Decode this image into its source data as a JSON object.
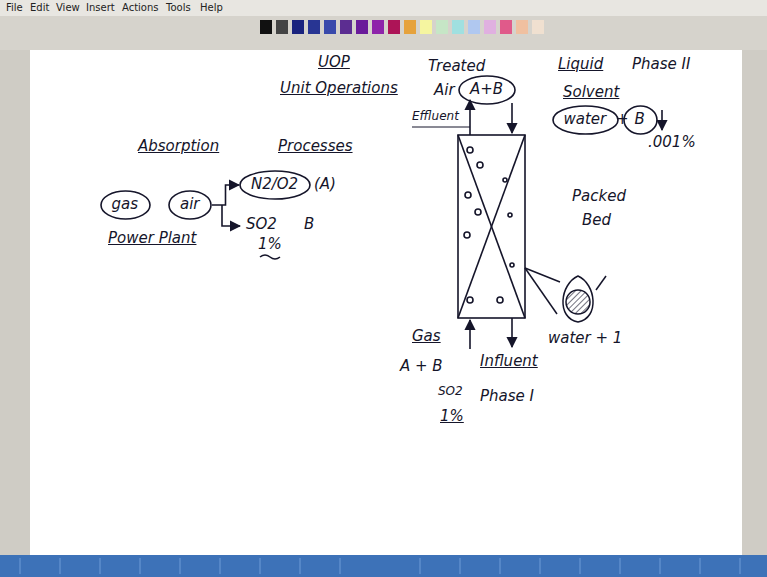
{
  "diagram": {
    "nodes": [
      {
        "text": [
          "gas"
        ]
      },
      {
        "text": [
          "air"
        ]
      },
      {
        "text": [
          "N2/O2"
        ]
      },
      {
        "text": [
          "A+B"
        ]
      },
      {
        "text": [
          "water"
        ]
      },
      {
        "text": [
          "B"
        ]
      }
    ],
    "edges": [
      {
        "from": 1,
        "to": 2,
        "arrow": "to"
      }
    ],
    "labels": [
      "File",
      "Edit",
      "View",
      "Insert",
      "Actions",
      "Tools",
      "Help",
      "UOP",
      "Unit Operations",
      "Treated",
      "Air",
      "Liquid",
      "Phase II",
      "Solvent",
      "+",
      ".001%",
      "Effluent",
      "Packed",
      "Bed",
      "water + 1",
      "Gas",
      "A + B",
      "Influent",
      "SO2",
      "Phase I",
      "1%",
      "Absorption",
      "Processes",
      "(A)",
      "SO2",
      "B",
      "1%",
      "Power Plant"
    ]
  }
}
